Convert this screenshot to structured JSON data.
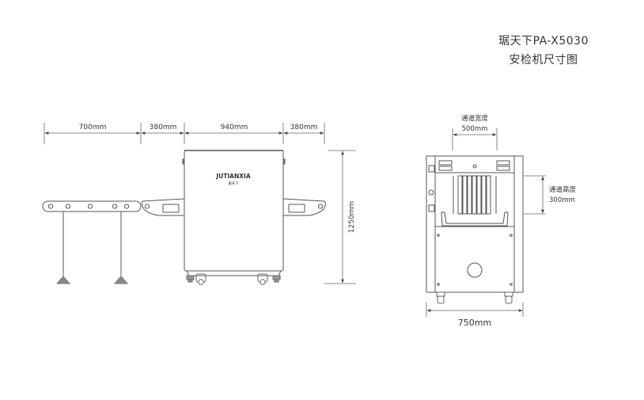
{
  "title": {
    "line1": "琚天下PA-X5030",
    "line2": "安检机尺寸图"
  },
  "side_view": {
    "dims": {
      "roller_length": "700mm",
      "entry_conveyor": "380mm",
      "body_length": "940mm",
      "exit_conveyor": "380mm",
      "height": "1250mm"
    },
    "logo": {
      "brand": "JUTIANXIA",
      "sub": "琚天下"
    }
  },
  "front_view": {
    "dims": {
      "tunnel_width_label": "通道宽度",
      "tunnel_width": "500mm",
      "tunnel_height_label": "通道高度",
      "tunnel_height": "300mm",
      "overall_width": "750mm"
    }
  },
  "colors": {
    "line": "#555555",
    "fill": "#888888"
  }
}
